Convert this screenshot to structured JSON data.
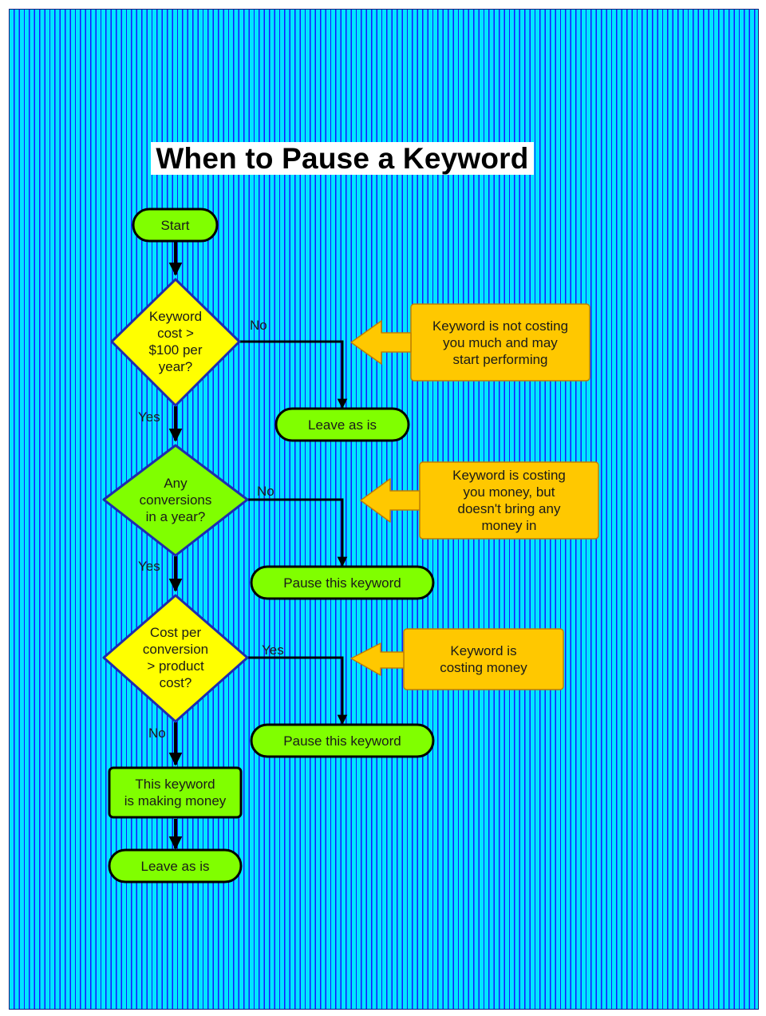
{
  "title": "When to Pause a Keyword",
  "colors": {
    "background": "#00e5ff",
    "stripes": "#1818ff",
    "decision": "#ffff00",
    "process": "#80ff00",
    "note": "#ffc800",
    "line": "#000000"
  },
  "nodes": {
    "start": "Start",
    "decision_cost": "Keyword\ncost >\n$100 per\nyear?",
    "decision_conversions": "Any\nconversions\nin a year?",
    "decision_cpc": "Cost per\nconversion\n> product\ncost?",
    "leave_as_is_1": "Leave as is",
    "pause_1": "Pause this keyword",
    "pause_2": "Pause this keyword",
    "making_money": "This keyword\nis making money",
    "leave_as_is_2": "Leave as is"
  },
  "notes": {
    "note_1": "Keyword is not costing\nyou much and may\nstart performing",
    "note_2": "Keyword is costing\nyou money, but\ndoesn't bring any\nmoney in",
    "note_3": "Keyword is\ncosting money"
  },
  "edges": {
    "d1_no": "No",
    "d1_yes": "Yes",
    "d2_no": "No",
    "d2_yes": "Yes",
    "d3_yes": "Yes",
    "d3_no": "No"
  }
}
